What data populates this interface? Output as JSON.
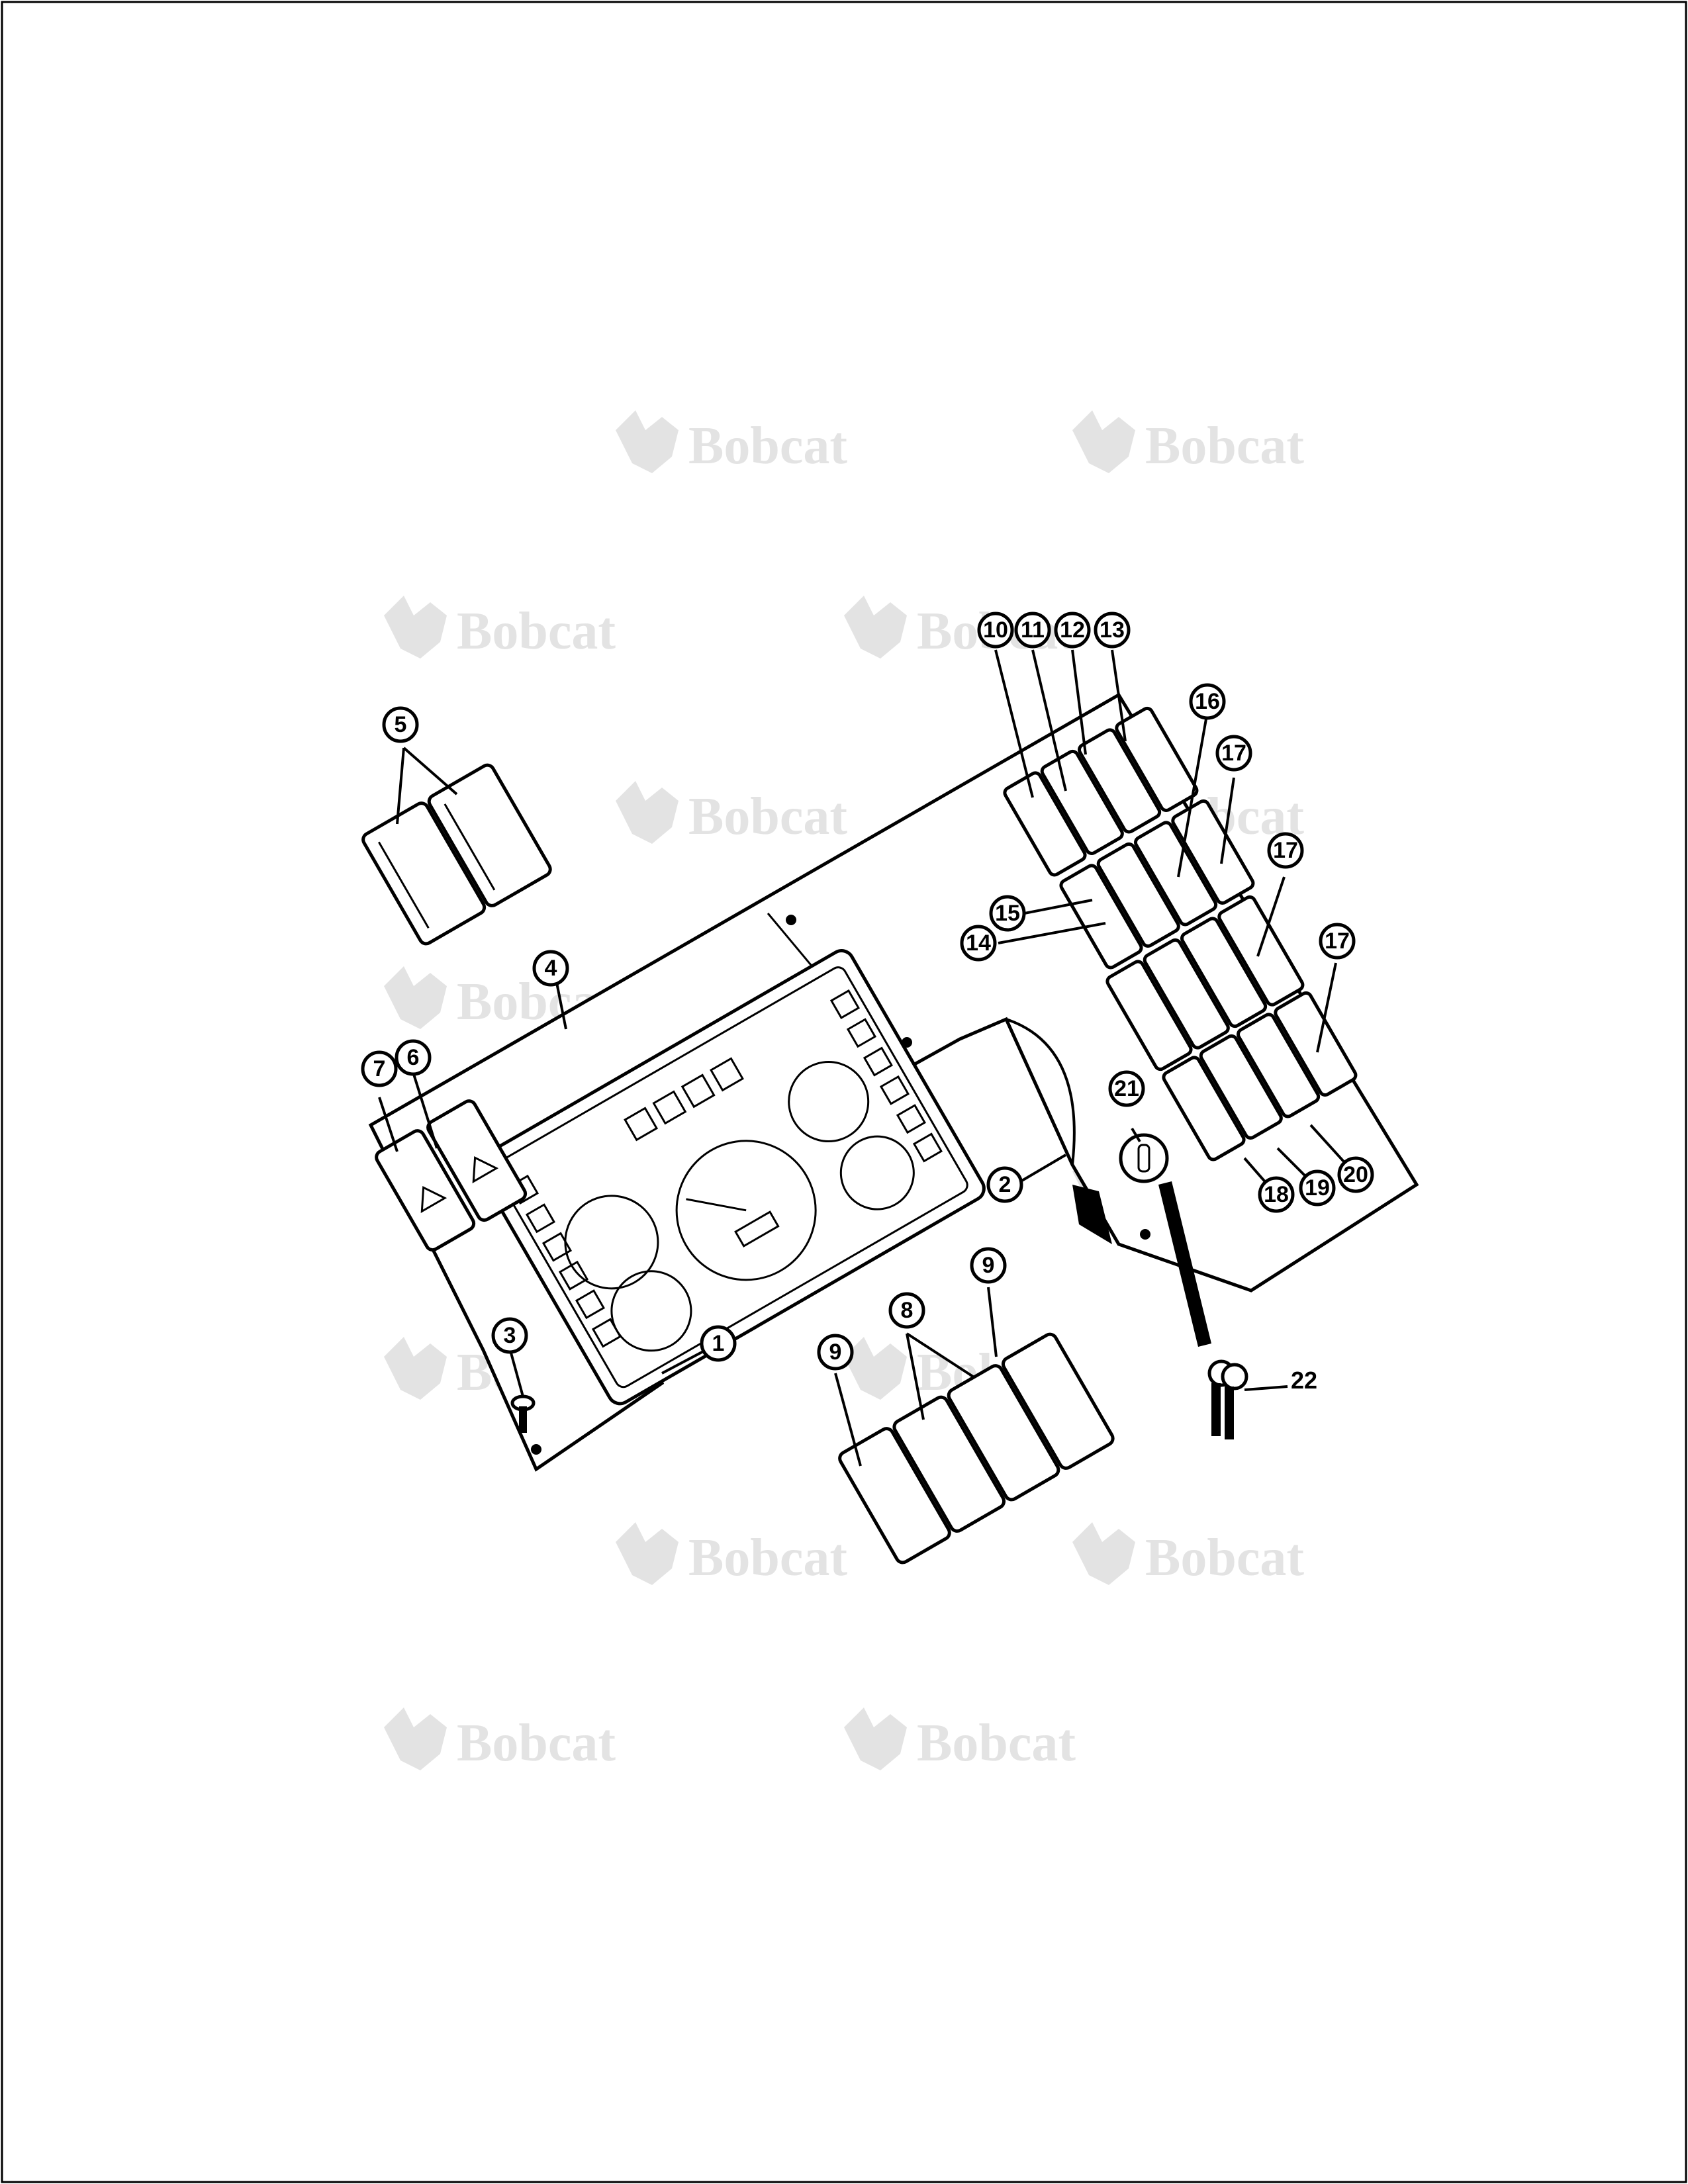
{
  "watermark": {
    "brand": "Bobcat"
  },
  "callouts": [
    {
      "id": "c1",
      "label": "1"
    },
    {
      "id": "c2",
      "label": "2"
    },
    {
      "id": "c3",
      "label": "3"
    },
    {
      "id": "c4",
      "label": "4"
    },
    {
      "id": "c5",
      "label": "5"
    },
    {
      "id": "c6",
      "label": "6"
    },
    {
      "id": "c7",
      "label": "7"
    },
    {
      "id": "c8",
      "label": "8"
    },
    {
      "id": "c9a",
      "label": "9"
    },
    {
      "id": "c9b",
      "label": "9"
    },
    {
      "id": "c10",
      "label": "10"
    },
    {
      "id": "c11",
      "label": "11"
    },
    {
      "id": "c12",
      "label": "12"
    },
    {
      "id": "c13",
      "label": "13"
    },
    {
      "id": "c14",
      "label": "14"
    },
    {
      "id": "c15",
      "label": "15"
    },
    {
      "id": "c16",
      "label": "16"
    },
    {
      "id": "c17a",
      "label": "17"
    },
    {
      "id": "c17b",
      "label": "17"
    },
    {
      "id": "c17c",
      "label": "17"
    },
    {
      "id": "c18",
      "label": "18"
    },
    {
      "id": "c19",
      "label": "19"
    },
    {
      "id": "c20",
      "label": "20"
    },
    {
      "id": "c21",
      "label": "21"
    }
  ],
  "plain_labels": {
    "keys": "22"
  },
  "colors": {
    "ink": "#000000",
    "watermark": "#e3e3e3",
    "paper": "#ffffff"
  }
}
